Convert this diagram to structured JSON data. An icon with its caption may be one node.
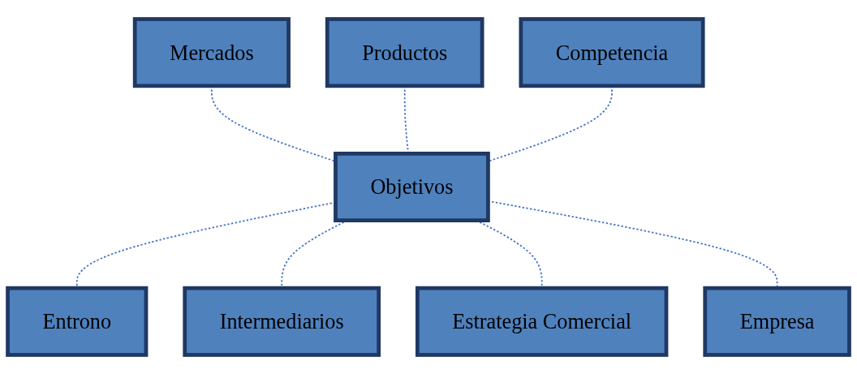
{
  "diagram": {
    "nodes": [
      {
        "text": [
          "Mercados"
        ]
      },
      {
        "text": [
          "Productos"
        ]
      },
      {
        "text": [
          "Competencia"
        ]
      },
      {
        "text": [
          "Objetivos"
        ]
      },
      {
        "text": [
          "Entrono"
        ]
      },
      {
        "text": [
          "Intermediarios"
        ]
      },
      {
        "text": [
          "Estrategia Comercial"
        ]
      },
      {
        "text": [
          "Empresa"
        ]
      }
    ],
    "edges": [
      {
        "from": 0,
        "to": 3,
        "arrow": "none",
        "style": "dashed"
      },
      {
        "from": 1,
        "to": 3,
        "arrow": "none",
        "style": "dashed"
      },
      {
        "from": 2,
        "to": 3,
        "arrow": "none",
        "style": "dashed"
      },
      {
        "from": 3,
        "to": 4,
        "arrow": "none",
        "style": "dashed"
      },
      {
        "from": 3,
        "to": 5,
        "arrow": "none",
        "style": "dashed"
      },
      {
        "from": 3,
        "to": 6,
        "arrow": "none",
        "style": "dashed"
      },
      {
        "from": 3,
        "to": 7,
        "arrow": "none",
        "style": "dashed"
      }
    ]
  }
}
